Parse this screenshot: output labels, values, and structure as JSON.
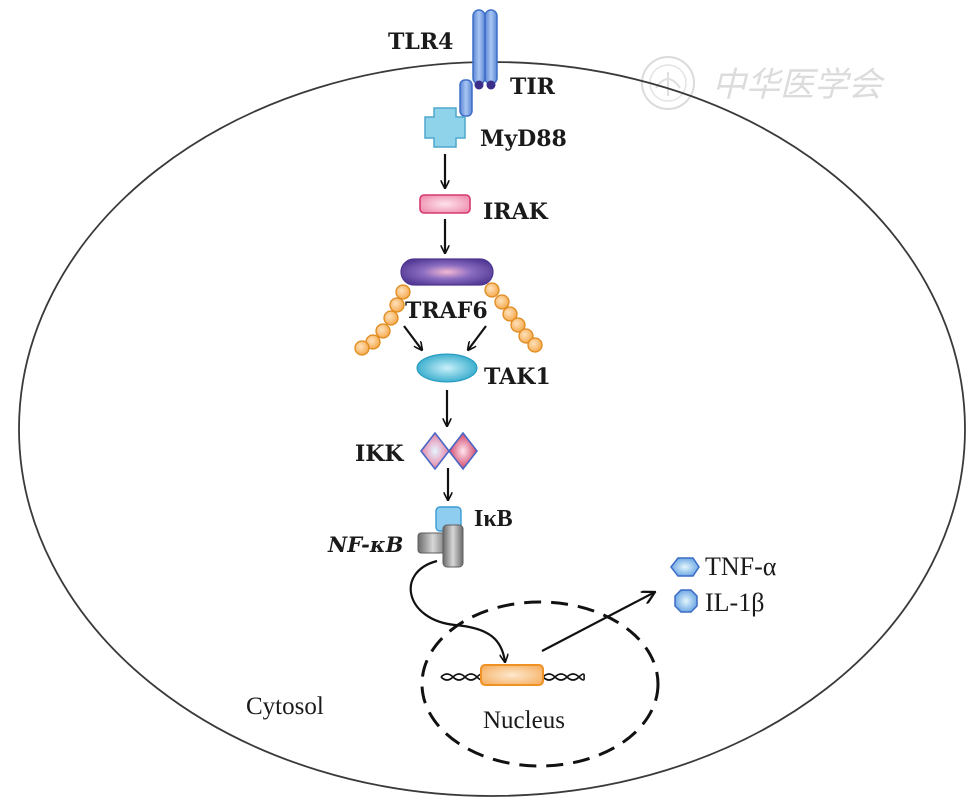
{
  "diagram": {
    "title": "TLR4/MyD88/NF-κB signaling pathway",
    "compartments": {
      "cell_label": "Cytosol",
      "nucleus_label": "Nucleus"
    },
    "nodes": [
      {
        "id": "tlr4",
        "label": "TLR4",
        "shape": "receptor-cylinders",
        "color": "#6f9be0"
      },
      {
        "id": "tir",
        "label": "TIR",
        "shape": "dots",
        "color": "#3b2f8a"
      },
      {
        "id": "myd88",
        "label": "MyD88",
        "shape": "cross",
        "color": "#8fd3ea"
      },
      {
        "id": "irak",
        "label": "IRAK",
        "shape": "rounded-rect",
        "color": "#f3a7c0"
      },
      {
        "id": "traf6",
        "label": "TRAF6",
        "shape": "pill",
        "color": "#6a4fa8"
      },
      {
        "id": "ubiquitin",
        "label": "",
        "shape": "bead-chains",
        "color": "#f5b25c"
      },
      {
        "id": "tak1",
        "label": "TAK1",
        "shape": "ellipse",
        "color": "#3cb6d3"
      },
      {
        "id": "ikk",
        "label": "IKK",
        "shape": "double-diamond",
        "color": "#e0567f"
      },
      {
        "id": "ikb",
        "label": "IκB",
        "shape": "block",
        "color": "#8fcdf0"
      },
      {
        "id": "nfkb",
        "label": "NF-κB",
        "shape": "block",
        "color": "#8a8a8a"
      },
      {
        "id": "gene",
        "label": "",
        "shape": "dna-gene",
        "color": "#f5b25c"
      },
      {
        "id": "tnfa",
        "label": "TNF-α",
        "shape": "hexagon",
        "color": "#6e9be0"
      },
      {
        "id": "il1b",
        "label": "IL-1β",
        "shape": "octagon",
        "color": "#6e9be0"
      }
    ],
    "edges": [
      {
        "from": "myd88",
        "to": "irak"
      },
      {
        "from": "irak",
        "to": "traf6"
      },
      {
        "from": "traf6",
        "to": "tak1"
      },
      {
        "from": "tak1",
        "to": "ikk"
      },
      {
        "from": "ikk",
        "to": "ikb"
      },
      {
        "from": "nfkb",
        "to": "gene"
      },
      {
        "from": "gene",
        "to": "tnfa"
      }
    ],
    "watermark": {
      "text": "中华医学会"
    }
  }
}
